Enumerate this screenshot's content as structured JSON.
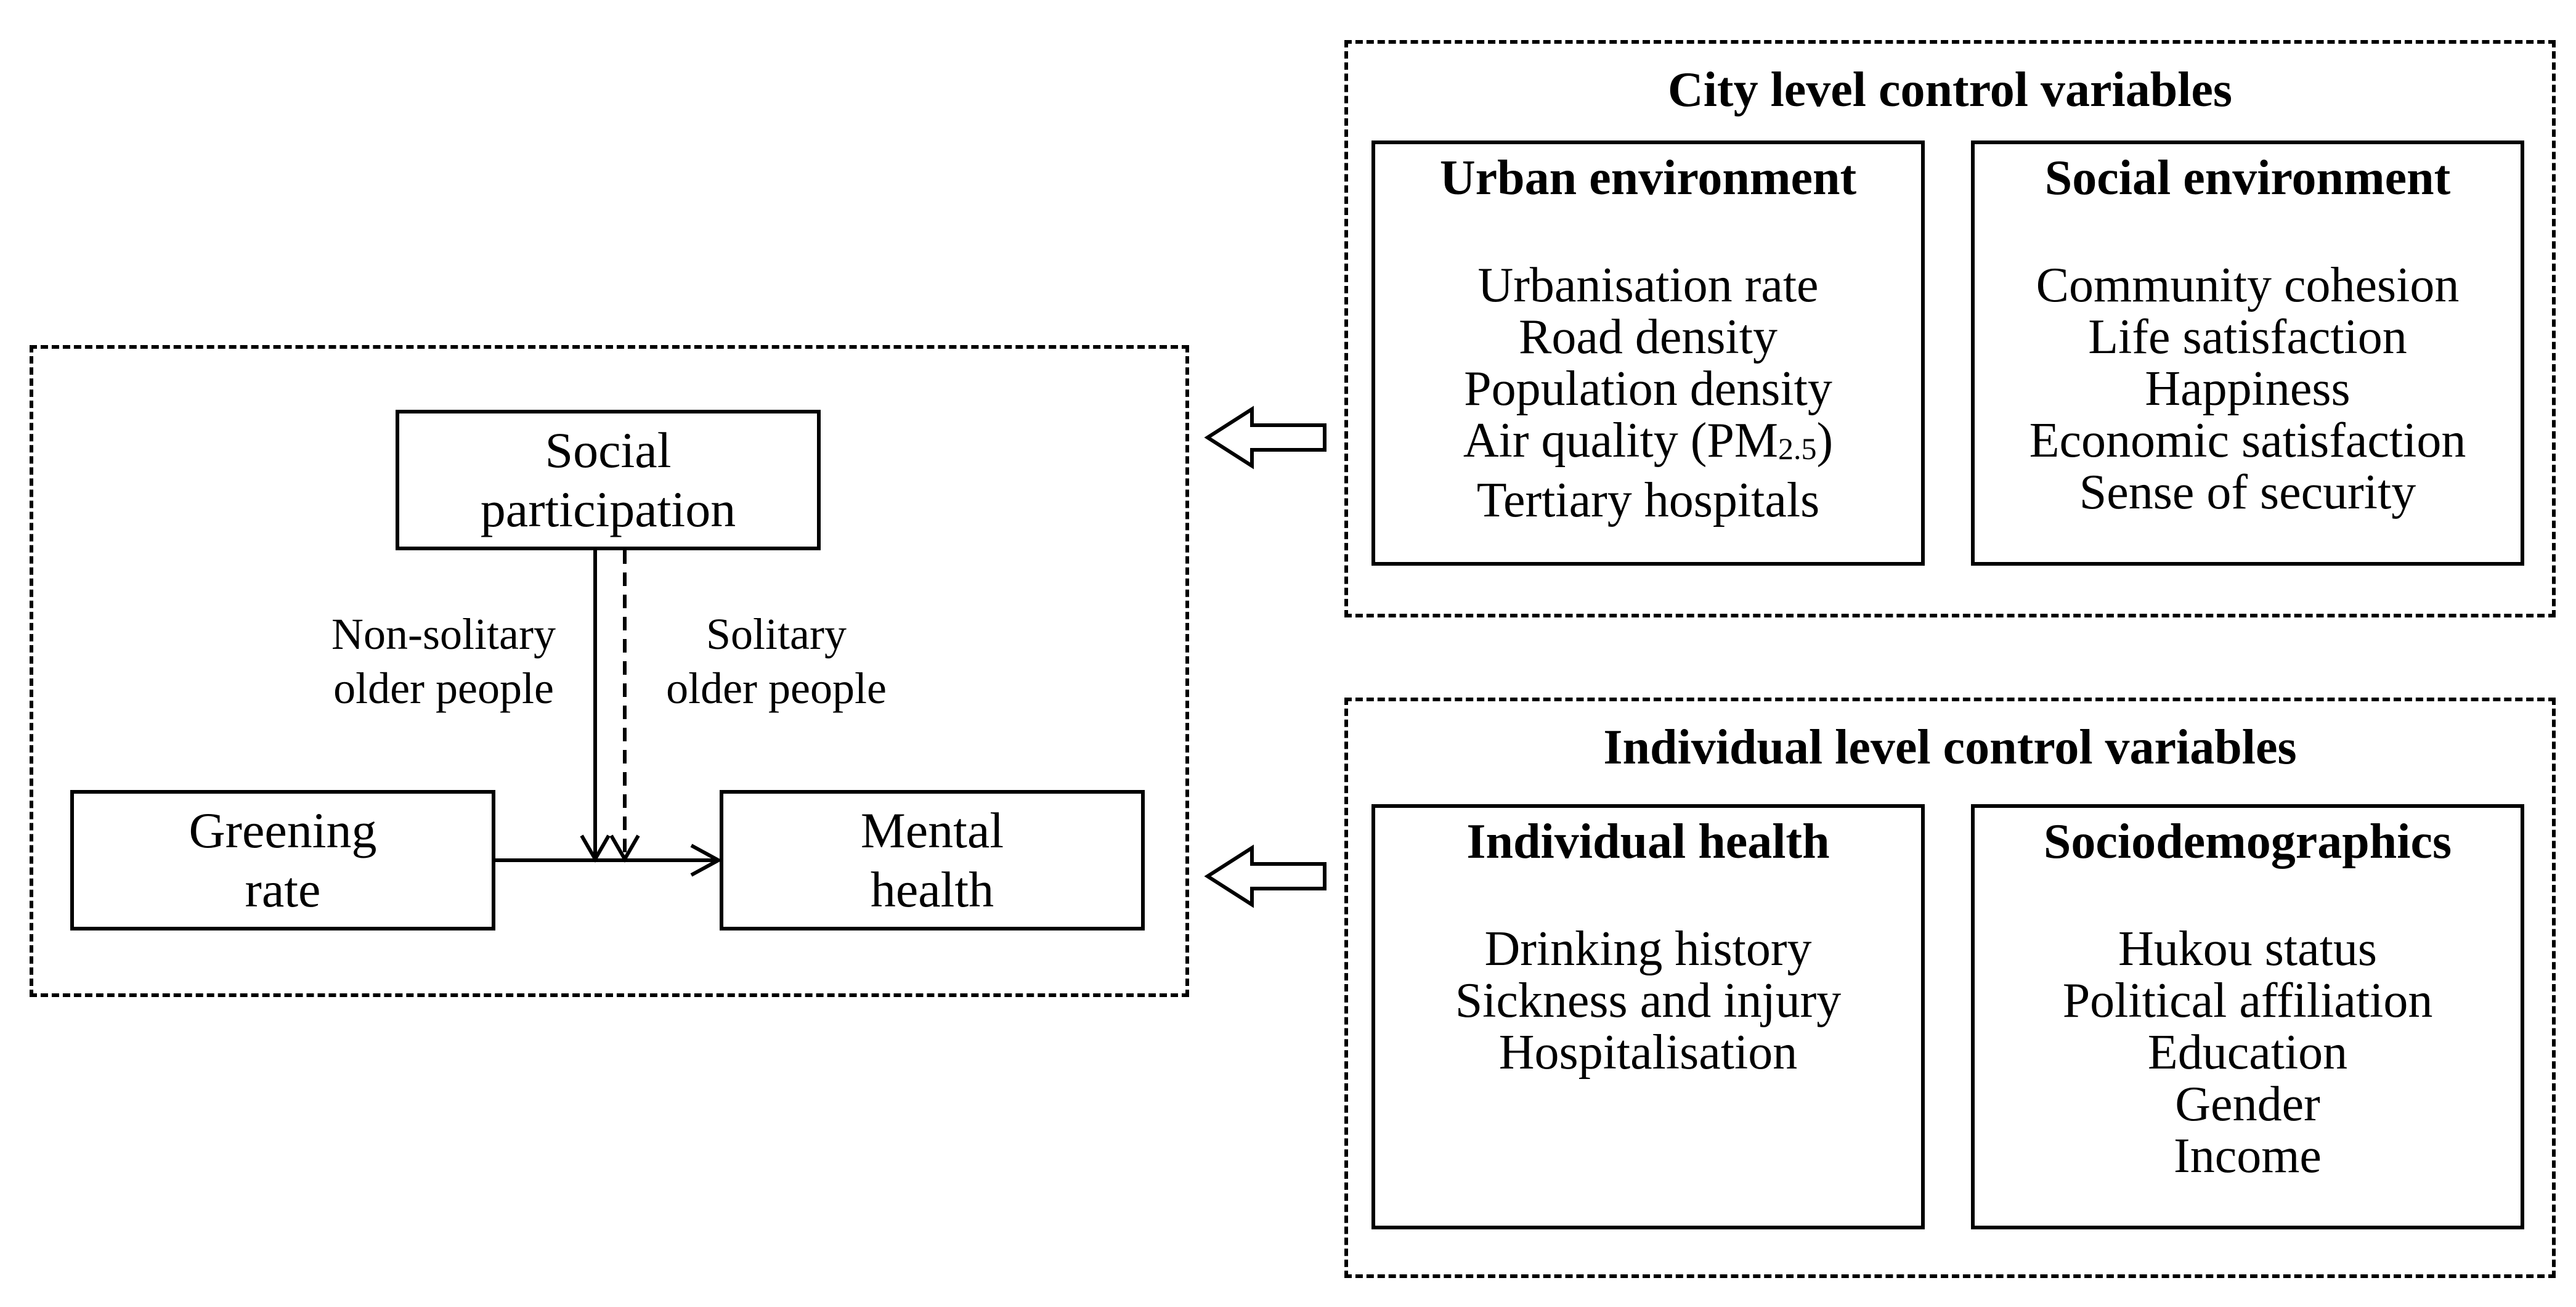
{
  "model": {
    "mediator": [
      "Social",
      "participation"
    ],
    "predictor": [
      "Greening",
      "rate"
    ],
    "outcome": [
      "Mental",
      "health"
    ],
    "path_labels": {
      "non_solitary": [
        "Non-solitary",
        "older people"
      ],
      "solitary": [
        "Solitary",
        "older people"
      ]
    }
  },
  "city_level": {
    "title": "City level control variables",
    "urban": {
      "title": "Urban environment",
      "items": [
        "Urbanisation rate",
        "Road density",
        "Population density",
        "Air quality (PM",
        "Tertiary hospitals"
      ],
      "pm_subscript": "2.5",
      "pm_close": ")"
    },
    "social": {
      "title": "Social environment",
      "items": [
        "Community cohesion",
        "Life satisfaction",
        "Happiness",
        "Economic satisfaction",
        "Sense of security"
      ]
    }
  },
  "individual_level": {
    "title": "Individual level control variables",
    "health": {
      "title": "Individual health",
      "items": [
        "Drinking history",
        "Sickness and injury",
        "Hospitalisation"
      ]
    },
    "socio": {
      "title": "Sociodemographics",
      "items": [
        "Hukou status",
        "Political affiliation",
        "Education",
        "Gender",
        "Income"
      ]
    }
  }
}
